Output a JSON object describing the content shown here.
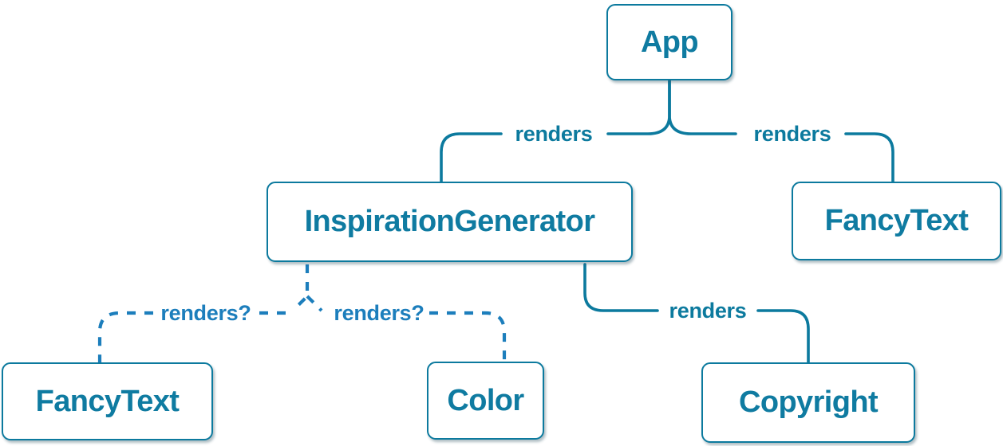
{
  "diagram": {
    "type": "component-render-tree",
    "nodes": [
      {
        "id": "app",
        "label": "App"
      },
      {
        "id": "inspiration-generator",
        "label": "InspirationGenerator"
      },
      {
        "id": "fancy-text-top",
        "label": "FancyText"
      },
      {
        "id": "fancy-text-bottom",
        "label": "FancyText"
      },
      {
        "id": "color",
        "label": "Color"
      },
      {
        "id": "copyright",
        "label": "Copyright"
      }
    ],
    "edges": [
      {
        "from": "App",
        "to": "InspirationGenerator",
        "label": "renders",
        "style": "solid"
      },
      {
        "from": "App",
        "to": "FancyText",
        "label": "renders",
        "style": "solid"
      },
      {
        "from": "InspirationGenerator",
        "to": "FancyText",
        "label": "renders?",
        "style": "dashed"
      },
      {
        "from": "InspirationGenerator",
        "to": "Color",
        "label": "renders?",
        "style": "dashed"
      },
      {
        "from": "InspirationGenerator",
        "to": "Copyright",
        "label": "renders",
        "style": "solid"
      }
    ],
    "colors": {
      "solid_edge": "#0c7a9e",
      "dashed_edge": "#1c7ebc",
      "node_border": "#0c7a9e",
      "node_text": "#0f7ba1",
      "node_fill": "#ffffff",
      "background": "#ffffff"
    }
  }
}
